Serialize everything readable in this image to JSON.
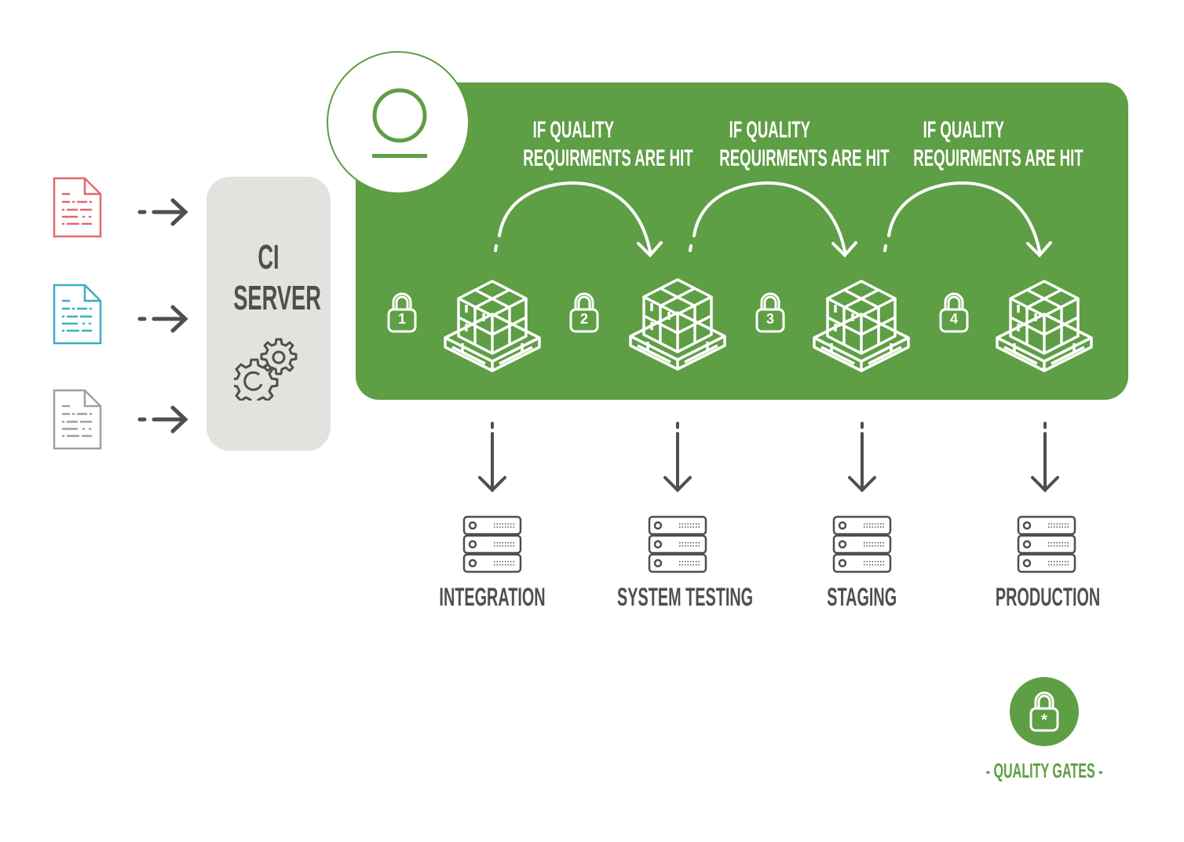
{
  "colors": {
    "green": "#5e9e44",
    "ci_box": "#e1e3de",
    "dark_text": "#4f4f4b",
    "doc_red": "#e06a6a",
    "doc_teal": "#3aaec4",
    "doc_gray": "#a09fa5"
  },
  "inputs": [
    {
      "icon": "document-icon",
      "color": "red"
    },
    {
      "icon": "document-icon",
      "color": "teal"
    },
    {
      "icon": "document-icon",
      "color": "gray"
    }
  ],
  "ci_server": {
    "line1": "CI",
    "line2": "SERVER",
    "icon": "gears-icon"
  },
  "pipeline": {
    "badge_icon": "user-icon",
    "conditions": [
      {
        "line1": "IF QUALITY",
        "line2": "REQUIRMENTS ARE HIT"
      },
      {
        "line1": "IF QUALITY",
        "line2": "REQUIRMENTS ARE HIT"
      },
      {
        "line1": "IF QUALITY",
        "line2": "REQUIRMENTS ARE HIT"
      }
    ],
    "gates": [
      "1",
      "2",
      "3",
      "4"
    ]
  },
  "environments": [
    {
      "label": "INTEGRATION"
    },
    {
      "label": "SYSTEM TESTING"
    },
    {
      "label": "STAGING"
    },
    {
      "label": "PRODUCTION"
    }
  ],
  "legend": {
    "label": "- QUALITY GATES -",
    "symbol": "*"
  }
}
